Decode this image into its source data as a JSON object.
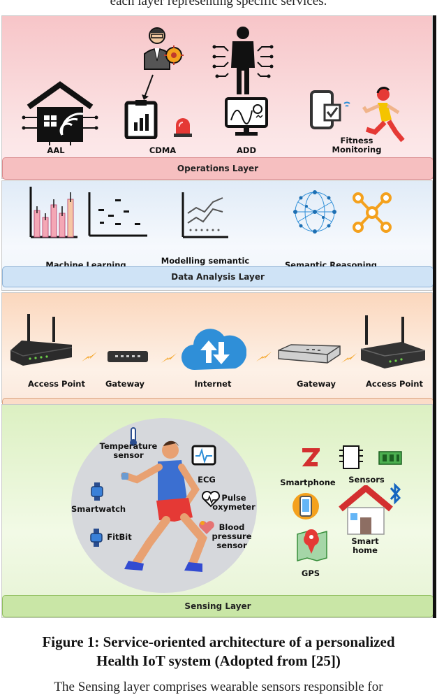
{
  "top_text": "each layer representing specific services.",
  "layers": {
    "operations": {
      "title": "Operations Layer",
      "items": [
        "AAL",
        "CDMA",
        "ADD",
        "Fitness Monitoring"
      ]
    },
    "data_analysis": {
      "title": "Data Analysis Layer",
      "items": [
        "Machine Learning",
        "Modelling semantic relationships",
        "Semantic Reasoning"
      ]
    },
    "connectivity": {
      "title": "Connectivity Layer",
      "items": [
        "Access Point",
        "Gateway",
        "Internet",
        "Gateway",
        "Access Point"
      ]
    },
    "sensing": {
      "title": "Sensing Layer",
      "body_sensors": [
        "Temperature sensor",
        "ECG",
        "Pulse oxymeter",
        "Smartwatch",
        "FitBit",
        "Blood pressure sensor"
      ],
      "devices": [
        "Smartphone",
        "Sensors",
        "Smart home",
        "GPS"
      ]
    }
  },
  "caption": {
    "line1": "Figure 1: Service-oriented architecture of a personalized",
    "line2": "Health IoT system (Adopted from [25])"
  },
  "bottom_text": "The Sensing layer comprises wearable sensors responsible for",
  "colors": {
    "operations_bg": "#f7c5c8",
    "data_bg": "#e0ebf7",
    "connectivity_bg": "#fbd7bd",
    "sensing_bg": "#dcf0c2",
    "accent_orange": "#f4a11d",
    "accent_blue": "#2f8fd8"
  }
}
